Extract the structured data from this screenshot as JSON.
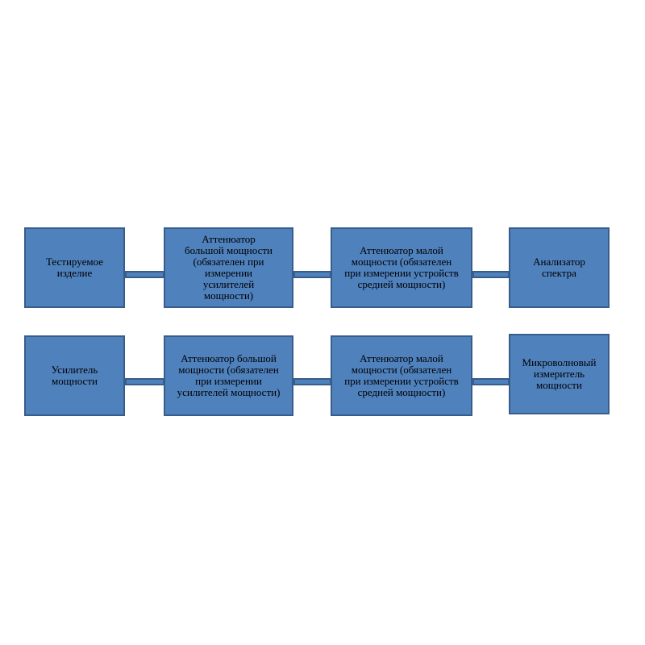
{
  "colors": {
    "box_fill": "#4f81bd",
    "box_border": "#385d8a",
    "text": "#000000"
  },
  "row1": {
    "b1": "Тестируемое\nизделие",
    "b2": "Аттенюатор\nбольшой мощности\n(обязателен при\nизмерении\nусилителей\nмощности)",
    "b3": "Аттенюатор малой\nмощности (обязателен\nпри измерении устройств\nсредней мощности)",
    "b4": "Анализатор\nспектра"
  },
  "row2": {
    "b1": "Усилитель\nмощности",
    "b2": "Аттенюатор большой\nмощности (обязателен\nпри измерении\nусилителей мощности)",
    "b3": "Аттенюатор малой\nмощности (обязателен\nпри измерении устройств\nсредней мощности)",
    "b4": "Микроволновый\nизмеритель\nмощности"
  }
}
